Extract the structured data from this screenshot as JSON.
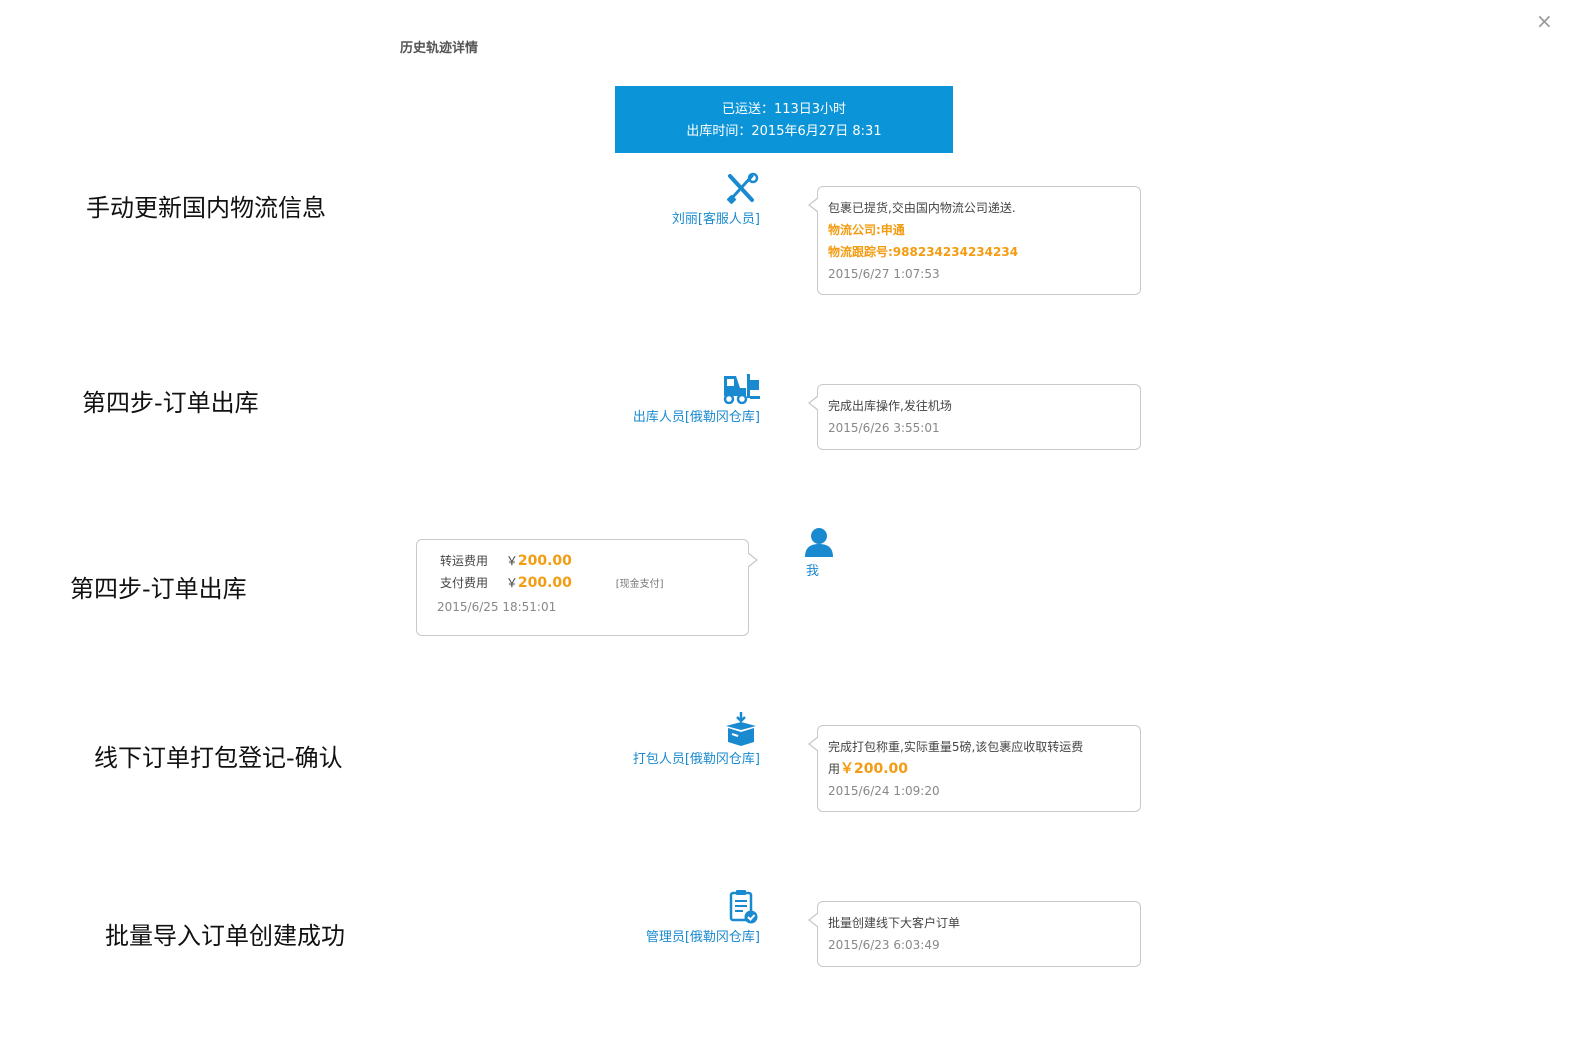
{
  "dialog": {
    "title": "历史轨迹详情",
    "close_label": "×"
  },
  "banner": {
    "line1": "已运送：113日3小时",
    "line2": "出库时间：2015年6月27日 8:31"
  },
  "steps": [
    {
      "label": "手动更新国内物流信息",
      "actor": "刘丽[客服人员]",
      "icon": "tools-icon",
      "lines": [
        "包裹已提货,交由国内物流公司递送."
      ],
      "highlights": [
        "物流公司:申通",
        "物流跟踪号:988234234234234"
      ],
      "time": "2015/6/27 1:07:53"
    },
    {
      "label": "第四步-订单出库",
      "actor": "出库人员[俄勒冈仓库]",
      "icon": "forklift-icon",
      "lines": [
        "完成出库操作,发往机场"
      ],
      "time": "2015/6/26 3:55:01"
    },
    {
      "label": "第四步-订单出库",
      "actor": "我",
      "icon": "user-icon",
      "fees": [
        {
          "label": "转运费用",
          "currency": "￥",
          "amount": "200.00"
        },
        {
          "label": "支付费用",
          "currency": "￥",
          "amount": "200.00",
          "note": "[现金支付]"
        }
      ],
      "time": "2015/6/25 18:51:01"
    },
    {
      "label": "线下订单打包登记-确认",
      "actor": "打包人员[俄勒冈仓库]",
      "icon": "package-icon",
      "lines": [
        "完成打包称重,实际重量5磅,该包裹应收取转运费",
        "用"
      ],
      "amount": "￥200.00",
      "time": "2015/6/24 1:09:20"
    },
    {
      "label": "批量导入订单创建成功",
      "actor": "管理员[俄勒冈仓库]",
      "icon": "clipboard-check-icon",
      "lines": [
        "批量创建线下大客户订单"
      ],
      "time": "2015/6/23 6:03:49"
    }
  ],
  "colors": {
    "accent": "#0b95d8",
    "actor_text": "#1a8ad0",
    "highlight": "#f39c12"
  }
}
